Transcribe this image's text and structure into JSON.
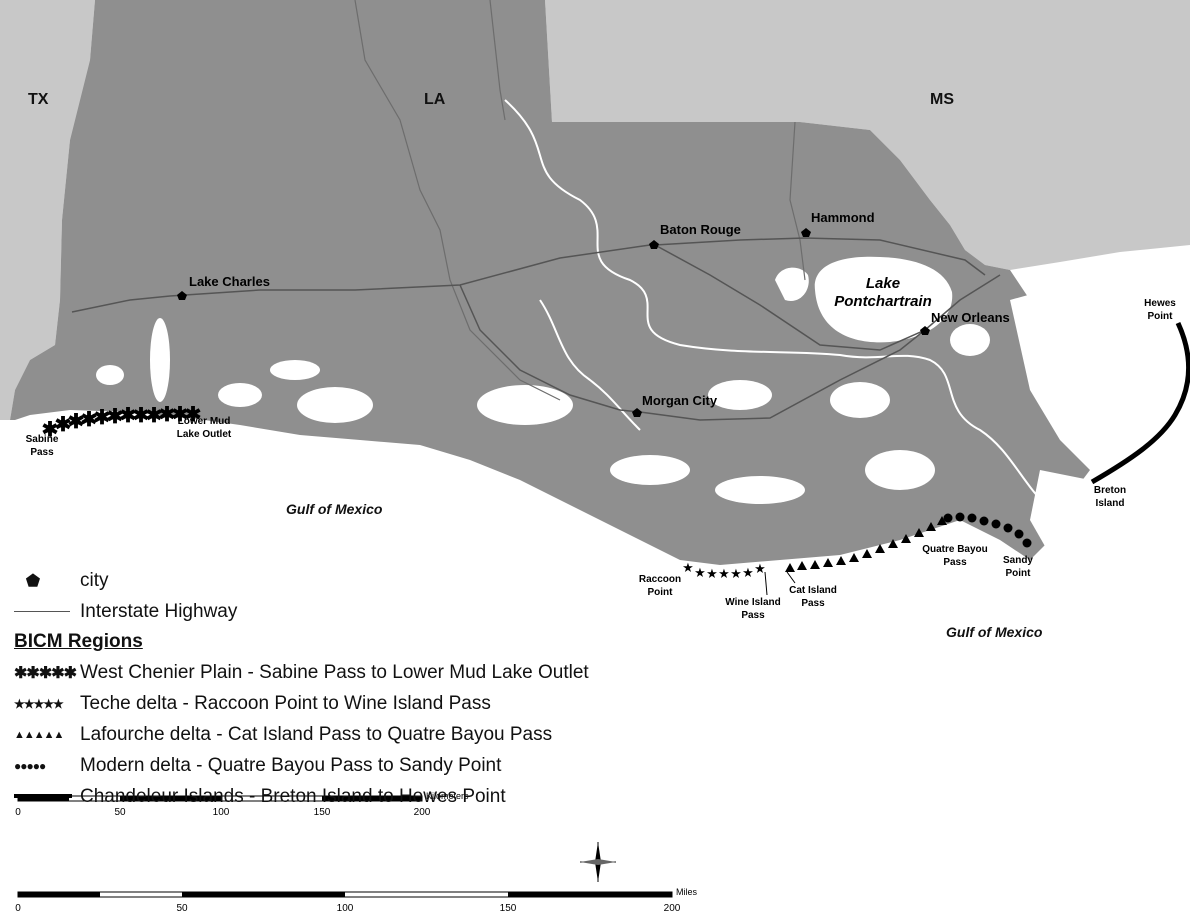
{
  "states": {
    "tx": "TX",
    "la": "LA",
    "ms": "MS"
  },
  "cities": {
    "baton_rouge": "Baton Rouge",
    "hammond": "Hammond",
    "lake_charles": "Lake Charles",
    "new_orleans": "New Orleans",
    "morgan_city": "Morgan City"
  },
  "lake": {
    "line1": "Lake",
    "line2": "Pontchartrain"
  },
  "gulf_label": "Gulf of Mexico",
  "coast_labels": {
    "sabine_1": "Sabine",
    "sabine_2": "Pass",
    "lower_mud_1": "Lower Mud",
    "lower_mud_2": "Lake Outlet",
    "raccoon_1": "Raccoon",
    "raccoon_2": "Point",
    "wine_1": "Wine Island",
    "wine_2": "Pass",
    "cat_1": "Cat Island",
    "cat_2": "Pass",
    "quatre_1": "Quatre Bayou",
    "quatre_2": "Pass",
    "sandy_1": "Sandy",
    "sandy_2": "Point",
    "breton_1": "Breton",
    "breton_2": "Island",
    "hewes_1": "Hewes",
    "hewes_2": "Point"
  },
  "legend": {
    "city": "city",
    "highway": "Interstate Highway",
    "regions_title": "BICM Regions",
    "regions": [
      {
        "symbol": "✱✱✱✱✱",
        "label": "West Chenier Plain - Sabine Pass to Lower Mud Lake Outlet"
      },
      {
        "symbol": "★★★★★",
        "label": "Teche delta - Raccoon Point to Wine Island Pass"
      },
      {
        "symbol": "▲▲▲▲▲",
        "label": "Lafourche delta - Cat Island Pass to Quatre Bayou Pass"
      },
      {
        "symbol": "●●●●●",
        "label": "Modern delta - Quatre Bayou Pass to Sandy Point"
      }
    ],
    "chandeleur": "Chandeleur Islands - Breton Island to Hewes Point"
  },
  "scale": {
    "km_unit": "Kilometers",
    "km_ticks": [
      "0",
      "50",
      "100",
      "150",
      "200"
    ],
    "mi_unit": "Miles",
    "mi_ticks": [
      "0",
      "50",
      "100",
      "150",
      "200"
    ]
  },
  "colors": {
    "land": "#8f8f8f",
    "other_states": "#c8c8c8",
    "water": "#ffffff"
  }
}
